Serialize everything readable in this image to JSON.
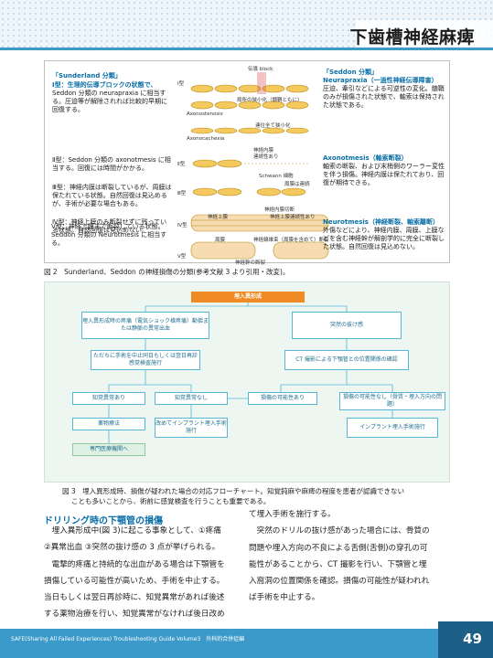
{
  "header": {
    "title": "下歯槽神経麻痺"
  },
  "figure2": {
    "left": {
      "sunderland_title": "「Sunderland 分類」",
      "type1_title": "Ⅰ型：生理的伝導ブロックの状態で、",
      "type1_body": "Seddon 分類の neurapraxia に相当する。圧迫等が解除されれば比較的早期に回復する。",
      "type2": "Ⅱ型：Seddon 分類の axonotmesis に相当する。回復には時間がかかる。",
      "type3": "Ⅲ型：神経内膜は断裂しているが、周膜は保たれている状態。自然回復は見込めるが、手術が必要な場合もある。",
      "type4": "Ⅳ型：神経上膜のみ断裂せずに残っている状態。自然回復は見込めない。",
      "type5": "Ⅴ型：神経上膜まで断裂している状態。Seddon 分類の Neurotmesis に相当する。"
    },
    "right": {
      "seddon_title": "「Seddon 分類」",
      "neura_title": "Neurapraxia（一過性神経伝導障害）",
      "neura_body": "圧迫、牽引などによる可逆性の変化。髄鞘のみが損傷された状態で、軸索は保持された状態である。",
      "axono_title": "Axonotmesis（軸索断裂）",
      "axono_body": "軸索の断裂、および末梢側のワーラー変性を伴う損傷。神経内膜は保たれており、回復が期待できる。",
      "neuro_title": "Neurotmesis（神経断裂、軸索離断）",
      "neuro_body": "外傷などにより、神経内膜、周膜、上膜などを含む神経幹が解剖学的に完全に断裂した状態。自然回復は見込めない。"
    },
    "types": [
      "Ⅰ型",
      "Ⅱ型",
      "Ⅲ型",
      "Ⅳ型",
      "Ⅴ型"
    ],
    "labels": {
      "block": "伝導 block",
      "local_narrow": "局所の狭小化（髄鞘ともに）",
      "axonostenosis": "Axonostenosis",
      "axonocachexia": "Axonocachexia",
      "full_narrow": "連位全て狭小化",
      "myelin_cont": "神経内膜",
      "myelin_cont2": "連続性あり",
      "schwann": "Schwann 細胞",
      "perineurium": "周膜は連続",
      "endo_cut": "神経内膜切断",
      "epi_cont": "神経上膜連続性あり",
      "epineurium": "神経上膜",
      "perineurium2": "周膜",
      "bundle_cut": "神経線維束（周膜を含めて）断裂",
      "trunk_cut": "神経幹の断裂"
    },
    "caption": "図 2　Sunderland、Seddon の神経損傷の分類(参考文献 3 より引用・改変)。"
  },
  "figure3": {
    "top": "埋入異形成",
    "left_cause": "埋入異形成時の疼痛（電気ショック様疼痛）動揺または静脈の異常出血",
    "right_cause": "突然の抜け感",
    "stop_box": "ただちに手術を中止同日もしくは翌日再診感覚検査施行",
    "ct_box": "CT 撮影による下顎管との位置関係の確認",
    "abnormal": "知覚異常あり",
    "normal": "知覚異常なし",
    "possible": "損傷の可能性あり",
    "possible2": "損傷の可能性なし（骨質・埋入方向の問題）",
    "drug": "薬物療法",
    "redo": "改めてインプラント埋入手術施行",
    "implant": "インプラント埋入手術施行",
    "refer": "専門医療機関へ",
    "caption1": "図 3　埋入異形成時、損傷が疑われた場合の対応フローチャート。知覚鈍麻や麻痺の程度を患者が認識できない",
    "caption2": "ことも多いことから、術前に感覚検査を行うことも重要である。"
  },
  "section": {
    "title": "ドリリング時の下顎管の損傷",
    "left_lines": [
      "　埋入異形成中(図 3)に起こる事象として、①疼痛",
      "②異常出血 ③突然の抜け感の 3 点が挙げられる。",
      "　電撃的疼痛と持続的な出血がある場合は下顎管を",
      "損傷している可能性が高いため、手術を中止する。",
      "当日もしくは翌日再診時に、知覚異常があれば後述",
      "する薬物治療を行い、知覚異常がなければ後日改め"
    ],
    "right_lines": [
      "て埋入手術を施行する。",
      "　突然のドリルの抜け感があった場合には、骨質の",
      "問題や埋入方向の不良による舌側(舌側)の穿孔の可",
      "能性があることから、CT 撮影を行い、下顎管と埋",
      "入窩洞の位置関係を確認。損傷の可能性が疑われれ",
      "ば手術を中止する。"
    ]
  },
  "footer": {
    "text": "SAFE(Sharing All Failed Experiences) Troubleshooting Guide Volume3　外科的合併症編",
    "page": "49"
  },
  "colors": {
    "accent": "#3b9ac9",
    "flow_orange": "#f08a24",
    "title_blue": "#0a6fa8"
  }
}
